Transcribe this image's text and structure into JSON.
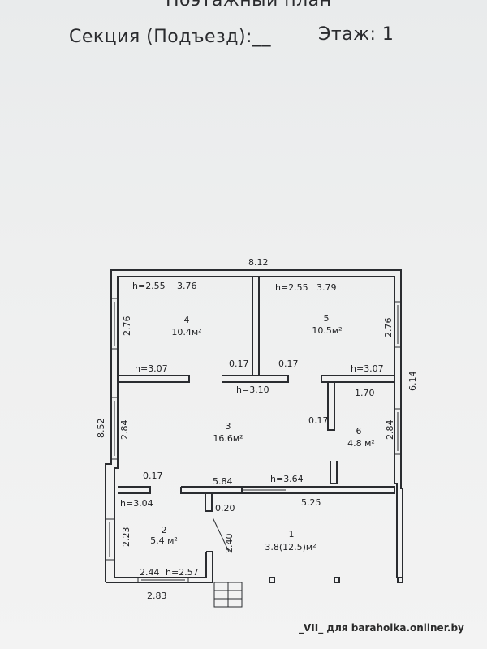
{
  "header": {
    "title": "Поэтажный план",
    "section": "Секция (Подъезд):__",
    "floor": "Этаж: 1"
  },
  "rooms": [
    {
      "number": "1",
      "area": "3.8(12.5)м²"
    },
    {
      "number": "2",
      "area": "5.4 м²"
    },
    {
      "number": "3",
      "area": "16.6м²"
    },
    {
      "number": "4",
      "area": "10.4м²"
    },
    {
      "number": "5",
      "area": "10.5м²"
    },
    {
      "number": "6",
      "area": "4.8 м²"
    }
  ],
  "dimensions": {
    "overall_width": "8.12",
    "overall_height": "8.52",
    "right_height": "6.14",
    "room4_width": "3.76",
    "room4_height": "2.76",
    "room4_ceiling": "h=2.55",
    "room5_width": "3.79",
    "room5_height": "2.76",
    "room5_ceiling": "h=2.55",
    "left_mid_ceiling": "h=3.07",
    "right_mid_ceiling": "h=3.07",
    "center_ceiling": "h=3.10",
    "wall_left": "0.17",
    "wall_right": "0.17",
    "room6_wall": "0.17",
    "room6_width": "1.70",
    "room6_height": "2.84",
    "room3_height": "2.84",
    "room2_wall": "0.17",
    "room2_ceiling": "h=3.04",
    "corridor_width": "5.84",
    "corridor_ceiling": "h=3.64",
    "terrace_width": "5.25",
    "partition": "0.20",
    "diagonal": "2.40",
    "room2_height": "2.23",
    "room2_width": "2.44",
    "room2_ceiling_bottom": "h=2.57",
    "bottom_left_width": "2.83"
  },
  "watermark": "_VII_ для baraholka.onliner.by"
}
